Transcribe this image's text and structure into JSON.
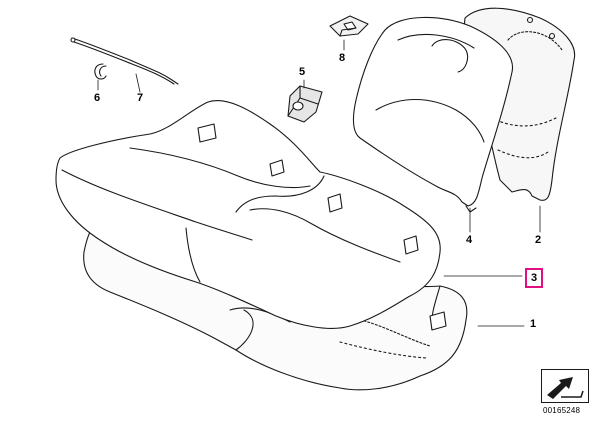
{
  "callouts": [
    {
      "id": "p1",
      "label": "1",
      "selected": false
    },
    {
      "id": "p2",
      "label": "2",
      "selected": false
    },
    {
      "id": "p3",
      "label": "3",
      "selected": true
    },
    {
      "id": "p4",
      "label": "4",
      "selected": false
    },
    {
      "id": "p5",
      "label": "5",
      "selected": false
    },
    {
      "id": "p6",
      "label": "6",
      "selected": false
    },
    {
      "id": "p7",
      "label": "7",
      "selected": false
    },
    {
      "id": "p8",
      "label": "8",
      "selected": false
    }
  ],
  "diagram_id": "00165248",
  "colors": {
    "highlight": "#e0117f",
    "line": "#1a1a1a",
    "shade": "#d9d9d9"
  },
  "icons": {
    "nav": "arrow-icon"
  }
}
